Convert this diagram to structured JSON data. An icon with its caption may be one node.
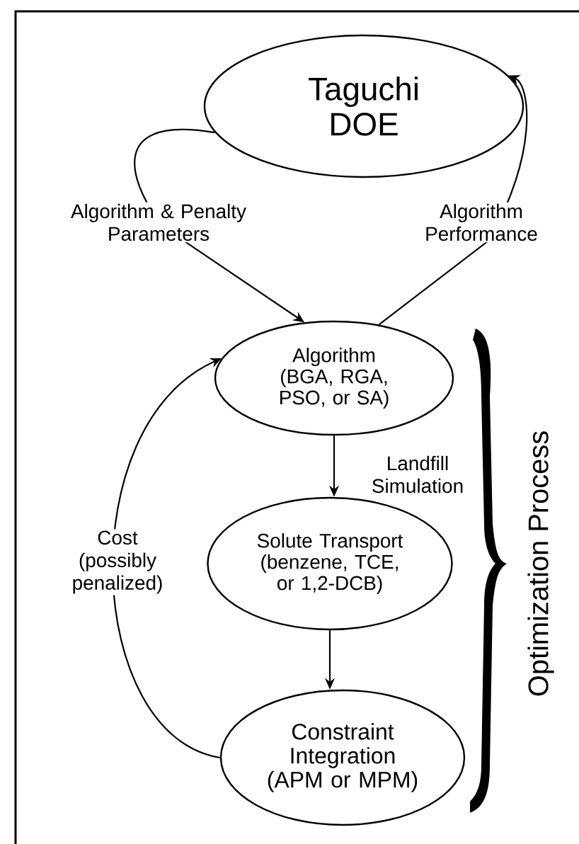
{
  "diagram": {
    "nodes": [
      {
        "text": [
          "Taguchi DOE"
        ]
      },
      {
        "text": [
          "Algorithm",
          "(BGA, RGA, PSO, or SA)"
        ]
      },
      {
        "text": [
          "Solute Transport (benzene, TCE, or 1,2-DCB)"
        ]
      },
      {
        "text": [
          "Constraint Integration (APM or MPM)"
        ]
      }
    ],
    "edges": [
      {
        "from": 0,
        "to": 1,
        "arrow": "to",
        "label": "Algorithm & Penalty Parameters"
      },
      {
        "from": 1,
        "to": 0,
        "arrow": "to",
        "label": "Algorithm Performance"
      },
      {
        "from": 1,
        "to": 2,
        "arrow": "to",
        "label": "Landfill Simulation"
      },
      {
        "from": 2,
        "to": 3,
        "arrow": "to"
      },
      {
        "from": 3,
        "to": 1,
        "arrow": "to",
        "label": "Cost (possibly penalized)"
      }
    ],
    "labels": [
      "Optimization Process"
    ]
  }
}
